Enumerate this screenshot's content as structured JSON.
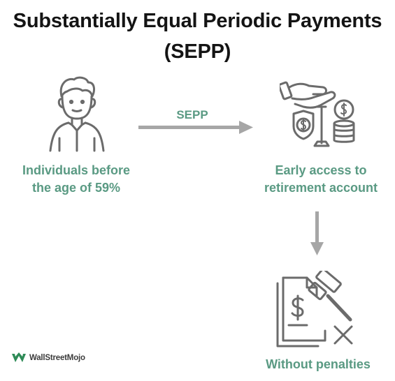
{
  "title_line1": "Substantially Equal Periodic Payments",
  "title_line2": "(SEPP)",
  "arrow_label": "SEPP",
  "nodes": {
    "individual": {
      "line1": "Individuals before",
      "line2": "the age of 59%",
      "icon": "person-icon"
    },
    "early_access": {
      "line1": "Early access to",
      "line2": "retirement account",
      "icon": "hand-coins-shield-icon"
    },
    "no_penalty": {
      "line1": "Without penalties",
      "icon": "document-gavel-x-icon"
    }
  },
  "logo": {
    "text": "WallStreetMojo"
  },
  "colors": {
    "accent": "#5a9a83",
    "arrow": "#a6a6a6",
    "icon": "#6b6b6b",
    "title": "#141414"
  }
}
